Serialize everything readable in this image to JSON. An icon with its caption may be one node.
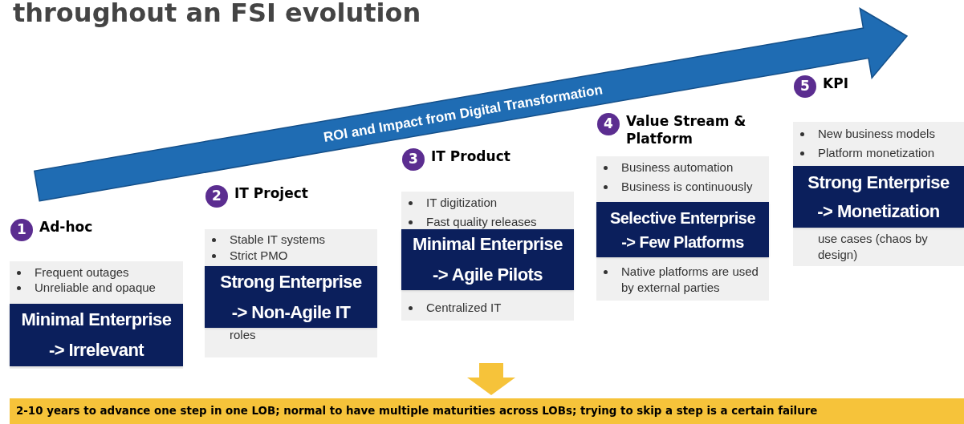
{
  "diagram": {
    "title": "throughout an FSI evolution",
    "nodes": [
      {
        "text": [
          "ROI and Impact from Digital Transformation"
        ]
      },
      {
        "text": [
          "1"
        ],
        "beside": [
          "Ad-hoc"
        ]
      },
      {
        "text": [
          "Frequent outages",
          "Unreliable and opaque"
        ]
      },
      {
        "text": [
          "Minimal Enterprise -> Irrelevant"
        ],
        "in": 2
      },
      {
        "text": [
          "2"
        ],
        "beside": [
          "IT Project"
        ]
      },
      {
        "text": [
          "Stable IT systems",
          "Strict PMO",
          "roles"
        ]
      },
      {
        "text": [
          "Strong Enterprise -> Non-Agile IT"
        ],
        "in": 5
      },
      {
        "text": [
          "3"
        ],
        "beside": [
          "IT Product"
        ]
      },
      {
        "text": [
          "IT digitization",
          "Fast quality releases",
          "Centralized IT"
        ]
      },
      {
        "text": [
          "Minimal Enterprise -> Agile Pilots"
        ],
        "in": 8
      },
      {
        "text": [
          "4"
        ],
        "beside": [
          "Value Stream & Platform"
        ]
      },
      {
        "text": [
          "Business automation",
          "Business is continuously",
          "Native platforms are used by external parties"
        ]
      },
      {
        "text": [
          "Selective Enterprise -> Few Platforms"
        ],
        "in": 11
      },
      {
        "text": [
          "5"
        ],
        "beside": [
          "KPI"
        ]
      },
      {
        "text": [
          "New business models",
          "Platform monetization",
          "use cases (chaos by design)"
        ]
      },
      {
        "text": [
          "Strong Enterprise -> Monetization"
        ],
        "in": 14
      },
      {
        "text": [
          "2-10 years to advance one step in one LOB; normal to have multiple maturities across LOBs; trying to skip a step is a certain failure"
        ]
      }
    ],
    "edges": [
      {
        "from": null,
        "to": 16,
        "arrow": "to"
      }
    ]
  }
}
